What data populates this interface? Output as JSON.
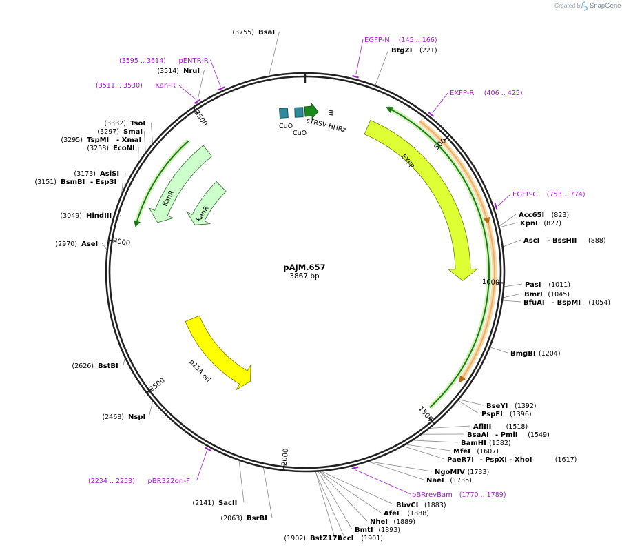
{
  "credit": {
    "prefix": "Created by",
    "brand": "SnapGene"
  },
  "plasmid": {
    "name": "pAJM.657",
    "length": "3867 bp"
  },
  "ticks": [
    {
      "label": "500",
      "bp": 500
    },
    {
      "label": "1000",
      "bp": 1000
    },
    {
      "label": "1500",
      "bp": 1500
    },
    {
      "label": "2000",
      "bp": 2000
    },
    {
      "label": "2500",
      "bp": 2500
    },
    {
      "label": "3000",
      "bp": 3000
    },
    {
      "label": "3500",
      "bp": 3500
    }
  ],
  "sites": [
    {
      "name": "BsaI",
      "pos": "(3755)",
      "bp": 3755,
      "side": "left"
    },
    {
      "name": "BtgZI",
      "pos": "(221)",
      "bp": 221,
      "side": "right"
    },
    {
      "name": "NruI",
      "pos": "(3514)",
      "bp": 3514,
      "side": "left"
    },
    {
      "name": "TsoI",
      "pos": "(3332)",
      "bp": 3332,
      "side": "left"
    },
    {
      "name": "SmaI",
      "pos": "(3297)",
      "bp": 3297,
      "side": "left"
    },
    {
      "name": "TspMI",
      "pos": "(3295)",
      "bp": 3295,
      "side": "left",
      "extra": "- XmaI"
    },
    {
      "name": "EcoNI",
      "pos": "(3258)",
      "bp": 3258,
      "side": "left"
    },
    {
      "name": "AsiSI",
      "pos": "(3173)",
      "bp": 3173,
      "side": "left"
    },
    {
      "name": "BsmBI",
      "pos": "(3151)",
      "bp": 3151,
      "side": "left",
      "extra": "- Esp3I"
    },
    {
      "name": "HindIII",
      "pos": "(3049)",
      "bp": 3049,
      "side": "left"
    },
    {
      "name": "AseI",
      "pos": "(2970)",
      "bp": 2970,
      "side": "left"
    },
    {
      "name": "BstBI",
      "pos": "(2626)",
      "bp": 2626,
      "side": "left"
    },
    {
      "name": "NspI",
      "pos": "(2468)",
      "bp": 2468,
      "side": "left"
    },
    {
      "name": "SacII",
      "pos": "(2141)",
      "bp": 2141,
      "side": "left"
    },
    {
      "name": "BsrBI",
      "pos": "(2063)",
      "bp": 2063,
      "side": "left"
    },
    {
      "name": "BstZ17I",
      "pos": "(1902)",
      "bp": 1902,
      "side": "left"
    },
    {
      "name": "AccI",
      "pos": "(1901)",
      "bp": 1901,
      "side": "right"
    },
    {
      "name": "BmtI",
      "pos": "(1893)",
      "bp": 1893,
      "side": "right"
    },
    {
      "name": "NheI",
      "pos": "(1889)",
      "bp": 1889,
      "side": "right"
    },
    {
      "name": "AfeI",
      "pos": "(1888)",
      "bp": 1888,
      "side": "right"
    },
    {
      "name": "BbvCI",
      "pos": "(1883)",
      "bp": 1883,
      "side": "right"
    },
    {
      "name": "NaeI",
      "pos": "(1735)",
      "bp": 1735,
      "side": "right"
    },
    {
      "name": "NgoMIV",
      "pos": "(1733)",
      "bp": 1733,
      "side": "right"
    },
    {
      "name": "PaeR7I",
      "pos": "(1617)",
      "bp": 1617,
      "side": "right",
      "extra": "- PspXI   - XhoI"
    },
    {
      "name": "MfeI",
      "pos": "(1607)",
      "bp": 1607,
      "side": "right"
    },
    {
      "name": "BamHI",
      "pos": "(1582)",
      "bp": 1582,
      "side": "right"
    },
    {
      "name": "BsaAI",
      "pos": "(1549)",
      "bp": 1549,
      "side": "right",
      "extra": "- PmlI"
    },
    {
      "name": "AflIII",
      "pos": "(1518)",
      "bp": 1518,
      "side": "right"
    },
    {
      "name": "PspFI",
      "pos": "(1396)",
      "bp": 1396,
      "side": "right"
    },
    {
      "name": "BseYI",
      "pos": "(1392)",
      "bp": 1392,
      "side": "right"
    },
    {
      "name": "BmgBI",
      "pos": "(1204)",
      "bp": 1204,
      "side": "right"
    },
    {
      "name": "BfuAI",
      "pos": "(1054)",
      "bp": 1054,
      "side": "right",
      "extra": "- BspMI"
    },
    {
      "name": "BmrI",
      "pos": "(1045)",
      "bp": 1045,
      "side": "right"
    },
    {
      "name": "PasI",
      "pos": "(1011)",
      "bp": 1011,
      "side": "right"
    },
    {
      "name": "AscI",
      "pos": "(888)",
      "bp": 888,
      "side": "right",
      "extra": "- BssHII"
    },
    {
      "name": "KpnI",
      "pos": "(827)",
      "bp": 827,
      "side": "right"
    },
    {
      "name": "Acc65I",
      "pos": "(823)",
      "bp": 823,
      "side": "right"
    }
  ],
  "primers": [
    {
      "name": "EGFP-N",
      "range": "(145 .. 166)",
      "bp": 155
    },
    {
      "name": "EXFP-R",
      "range": "(406 .. 425)",
      "bp": 415
    },
    {
      "name": "EGFP-C",
      "range": "(753 .. 774)",
      "bp": 763
    },
    {
      "name": "pBRrevBam",
      "range": "(1770 .. 1789)",
      "bp": 1780
    },
    {
      "name": "pBR322ori-F",
      "range": "(2234 .. 2253)",
      "bp": 2243
    },
    {
      "name": "Kan-R",
      "range": "(3511 .. 3530)",
      "bp": 3520
    },
    {
      "name": "pENTR-R",
      "range": "(3595 .. 3614)",
      "bp": 3604
    }
  ],
  "features": [
    {
      "name": "EYFP",
      "color": "#ddff33"
    },
    {
      "name": "KanR",
      "color": "#ccffcc"
    },
    {
      "name": "KanR",
      "color": "#ccffcc"
    },
    {
      "name": "p15A ori",
      "color": "#ffff00"
    },
    {
      "name": "CuO",
      "color": "#2f8a9a"
    },
    {
      "name": "CuO",
      "color": "#2f8a9a"
    },
    {
      "name": "sTRSV HHRz",
      "color": "#1a8a1a"
    }
  ],
  "colors": {
    "backbone": "#222222",
    "primer": "#a020c8",
    "orf_green": "#1a7a1a",
    "orf_orange": "#b86a10"
  }
}
